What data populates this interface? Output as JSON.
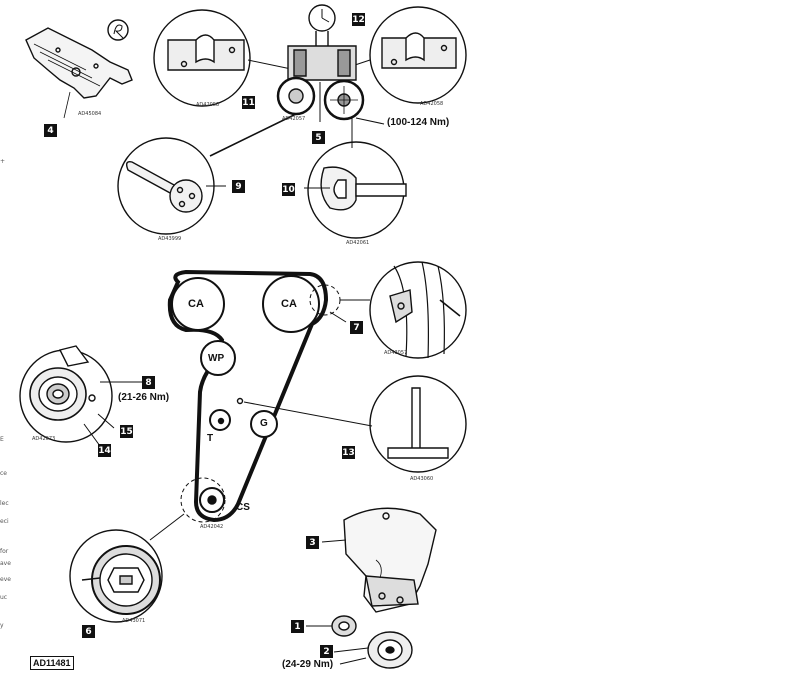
{
  "title": "",
  "callouts": {
    "n1": "1",
    "n2": "2",
    "n3": "3",
    "n4": "4",
    "n5": "5",
    "n6": "6",
    "n7": "7",
    "n8": "8",
    "n9": "9",
    "n10": "10",
    "n11": "11",
    "n12": "12",
    "n13": "13",
    "n14": "14",
    "n15": "15"
  },
  "torques": {
    "cam": "(100-124 Nm)",
    "tensioner": "(21-26 Nm)",
    "crank": "(24-29 Nm)"
  },
  "sprockets": {
    "ca_left": "CA",
    "ca_right": "CA",
    "water_pump": "WP",
    "tensioner": "T",
    "guide": "G",
    "crank": "CS"
  },
  "codes": {
    "c4": "AD45084",
    "c11a": "AD42058",
    "c11b": "AD42057",
    "c12": "AD42058",
    "c9": "AD43999",
    "c10": "AD42061",
    "c7": "AD43057",
    "c14": "AD42073",
    "c13": "AD43060",
    "c6": "AD43071",
    "crank_detail": "AD42042"
  },
  "figure_id": "AD11481",
  "edge_fragments": [
    "+",
    "E",
    "ce",
    "lec",
    "eci",
    "for",
    "ave",
    "eve",
    "uc",
    "y"
  ]
}
